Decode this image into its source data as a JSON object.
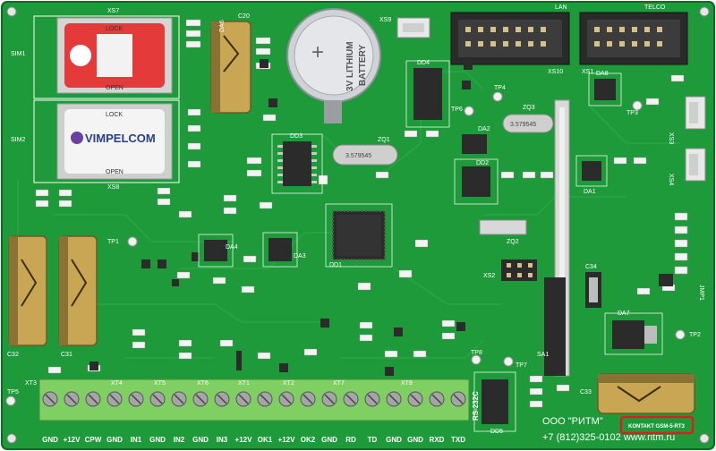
{
  "colors": {
    "pcb": "#1f9a3a",
    "pcb_dark": "#157a2c",
    "silkscreen": "#ffffff",
    "terminal": "#7fcf63",
    "ic": "#2b2b2b",
    "capacitor": "#c9a654",
    "highlight": "#e01b24"
  },
  "labels": {
    "sim1": "SIM1",
    "sim2": "SIM2",
    "xs7": "XS7",
    "xs8": "XS8",
    "xs9": "XS9",
    "xs10": "XS10",
    "xs1": "XS1",
    "xs2": "XS2",
    "xs3": "XS3",
    "xs4": "XS4",
    "lan": "LAN",
    "telco": "TELCO",
    "dd1": "DD1",
    "dd2": "DD2",
    "dd3": "DD3",
    "dd4": "DD4",
    "dd5": "DD5",
    "da1": "DA1",
    "da2": "DA2",
    "da3": "DA3",
    "da4": "DA4",
    "da6": "DA6",
    "da7": "DA7",
    "da8": "DA8",
    "sa1": "SA1",
    "zq1": "ZQ1",
    "zq2": "ZQ2",
    "zq3": "ZQ3",
    "c20": "C20",
    "c31": "C31",
    "c32": "C32",
    "c33": "C33",
    "c34": "C34",
    "tp1": "TP1",
    "tp2": "TP2",
    "tp3": "TP3",
    "tp4": "TP4",
    "tp5": "TP5",
    "tp6": "TP6",
    "tp7": "TP7",
    "tp8": "TP8",
    "jmp1": "JMP1",
    "rs232c": "RS-232C",
    "xt3": "XT3",
    "xt4": "XT4",
    "xt5": "XT5",
    "xt6": "XT6",
    "xt1": "XT1",
    "xt2": "XT2",
    "xt7": "XT7",
    "xt8": "XT8"
  },
  "battery": {
    "line1": "3V LITHIUM",
    "line2": "BATTERY"
  },
  "crystal1": "3.579545",
  "crystal3": "3.579545",
  "sim_card": {
    "brand": "VIMPELCOM",
    "open": "OPEN",
    "lock": "LOCK"
  },
  "terminals": [
    "GND",
    "+12V",
    "CPW",
    "GND",
    "IN1",
    "GND",
    "IN2",
    "GND",
    "IN3",
    "+12V",
    "OK1",
    "+12V",
    "OK2",
    "GND",
    "RD",
    "TD",
    "GND",
    "GND",
    "RXD",
    "TXD"
  ],
  "footer": {
    "company": "ООО \"РИТМ\"",
    "phone": "+7 (812)325-0102 www.ritm.ru"
  },
  "model": "KONTAKT GSM-5-RT3"
}
